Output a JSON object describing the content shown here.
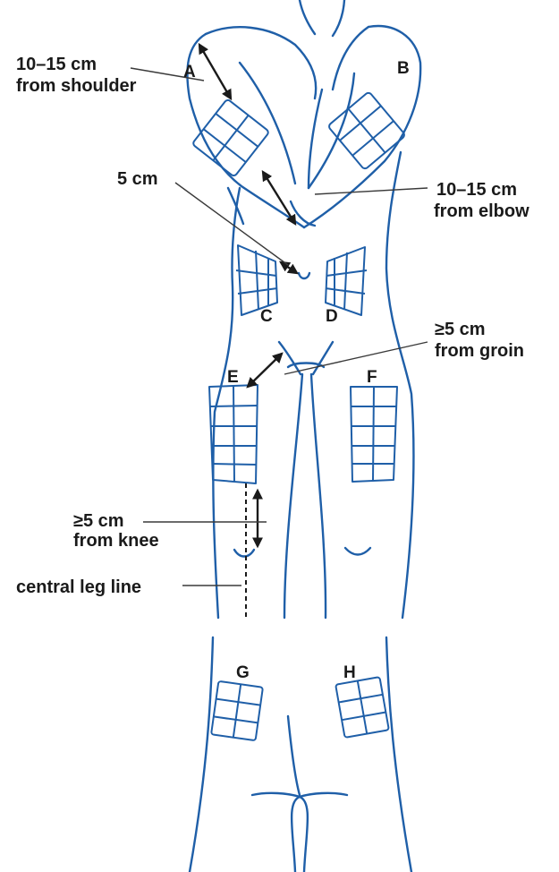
{
  "site_labels": {
    "A": "A",
    "B": "B",
    "C": "C",
    "D": "D",
    "E": "E",
    "F": "F",
    "G": "G",
    "H": "H"
  },
  "annotations": {
    "shoulder_line1": "10–15 cm",
    "shoulder_line2": "from shoulder",
    "navel": "5 cm",
    "elbow_line1": "10–15 cm",
    "elbow_line2": "from elbow",
    "groin_line1": "≥5 cm",
    "groin_line2": "from groin",
    "knee_line1": "≥5 cm",
    "knee_line2": "from knee",
    "leg_line": "central leg line"
  },
  "colors": {
    "outline": "#1f5fa8",
    "text": "#1a1a1a",
    "background": "#ffffff"
  }
}
